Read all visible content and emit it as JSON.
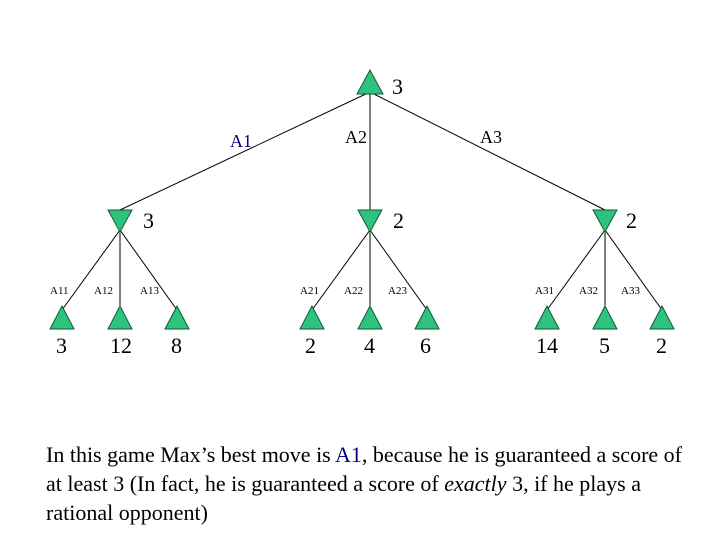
{
  "tree": {
    "root": {
      "value": "3",
      "moves": [
        "A1",
        "A2",
        "A3"
      ]
    },
    "min_nodes": [
      {
        "value": "3",
        "moves": [
          "A11",
          "A12",
          "A13"
        ],
        "leaves": [
          "3",
          "12",
          "8"
        ]
      },
      {
        "value": "2",
        "moves": [
          "A21",
          "A22",
          "A23"
        ],
        "leaves": [
          "2",
          "4",
          "6"
        ]
      },
      {
        "value": "2",
        "moves": [
          "A31",
          "A32",
          "A33"
        ],
        "leaves": [
          "14",
          "5",
          "2"
        ]
      }
    ]
  },
  "caption": {
    "part1": "In this game Max’s best move is ",
    "move": "A1",
    "part2": ", because he is guaranteed a score of at least 3 (In fact, he is guaranteed a score of ",
    "emph": "exactly",
    "part3": " 3, if he plays a rational opponent)"
  },
  "colors": {
    "node_fill": "#2ec27e",
    "move_label": "#000080"
  }
}
